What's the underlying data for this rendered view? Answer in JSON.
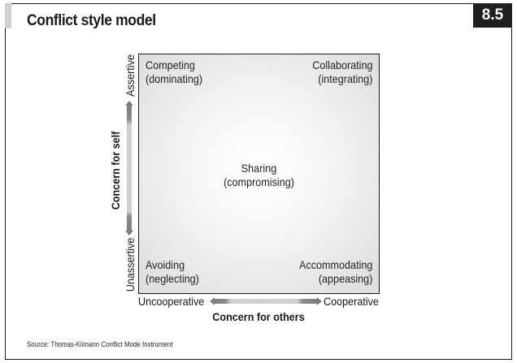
{
  "header": {
    "title": "Conflict style model",
    "figure_number": "8.5"
  },
  "diagram": {
    "quadrants": {
      "top_left": {
        "name": "Competing",
        "alt": "(dominating)"
      },
      "top_right": {
        "name": "Collaborating",
        "alt": "(integrating)"
      },
      "bottom_left": {
        "name": "Avoiding",
        "alt": "(neglecting)"
      },
      "bottom_right": {
        "name": "Accommodating",
        "alt": "(appeasing)"
      },
      "center": {
        "name": "Sharing",
        "alt": "(compromising)"
      }
    },
    "y_axis": {
      "title": "Concern for self",
      "top_label": "Assertive",
      "bottom_label": "Unassertive"
    },
    "x_axis": {
      "title": "Concern for others",
      "left_label": "Uncooperative",
      "right_label": "Cooperative"
    },
    "colors": {
      "arrow_dark": "#7a7a7a",
      "arrow_light": "#cfcfcf",
      "badge_bg": "#231f20",
      "accent_bar": "#cfcfcf"
    }
  },
  "footer": {
    "source": "Source: Thomas-Kilmann Conflict Mode Instrument"
  }
}
